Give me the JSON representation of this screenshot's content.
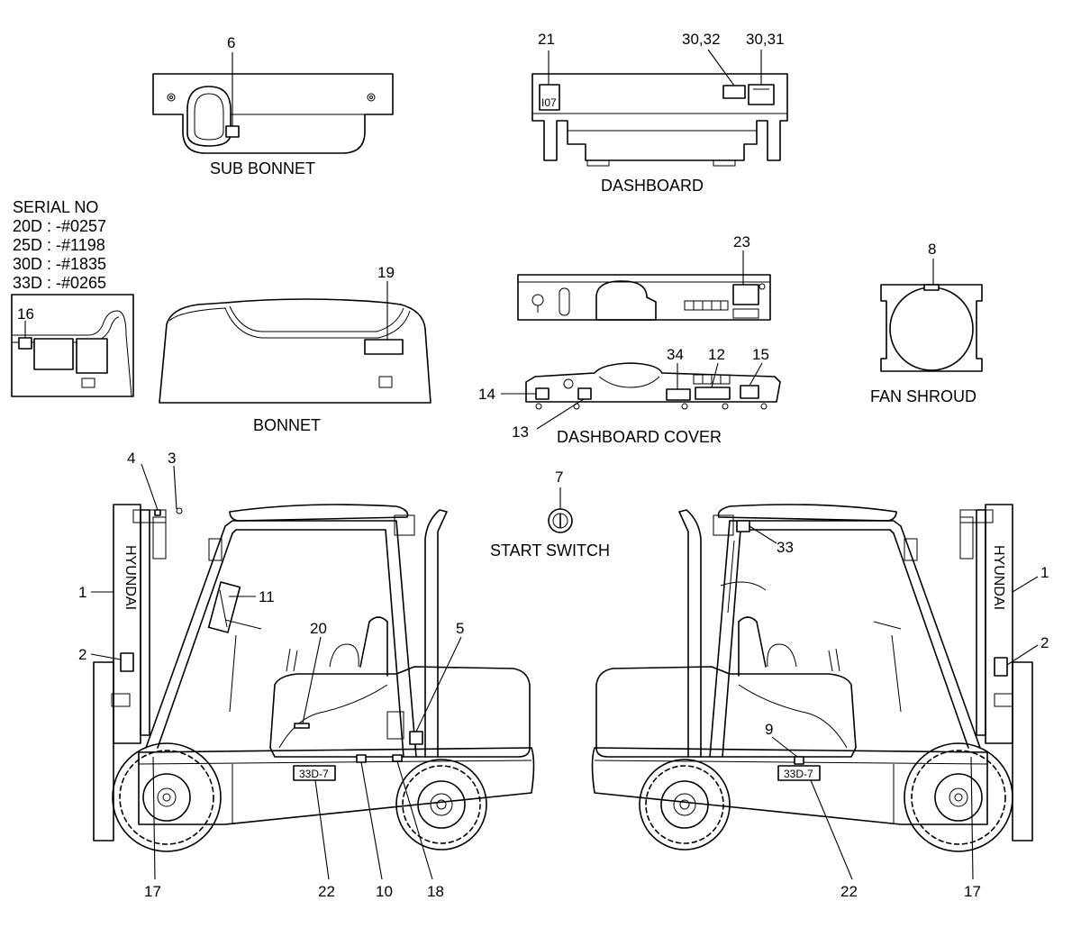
{
  "sections": {
    "sub_bonnet": "SUB BONNET",
    "dashboard": "DASHBOARD",
    "bonnet": "BONNET",
    "dashboard_cover": "DASHBOARD COVER",
    "fan_shroud": "FAN SHROUD",
    "start_switch": "START SWITCH"
  },
  "serial": {
    "heading": "SERIAL NO",
    "rows": [
      "20D : -#0257",
      "25D : -#1198",
      "30D : -#1835",
      "33D : -#0265"
    ]
  },
  "callouts": {
    "c1_left": "1",
    "c1_right": "1",
    "c2_left": "2",
    "c2_right": "2",
    "c3": "3",
    "c4": "4",
    "c5": "5",
    "c6": "6",
    "c7": "7",
    "c8": "8",
    "c9": "9",
    "c10": "10",
    "c11": "11",
    "c12": "12",
    "c13": "13",
    "c14": "14",
    "c15": "15",
    "c16": "16",
    "c17_left": "17",
    "c17_right": "17",
    "c18": "18",
    "c19": "19",
    "c20": "20",
    "c21": "21",
    "c22_left": "22",
    "c22_right": "22",
    "c23": "23",
    "c30_32": "30,32",
    "c30_31": "30,31",
    "c33": "33",
    "c34": "34"
  },
  "decals": {
    "model_badge": "33D-7",
    "mast_brand": "HYUNDAI"
  },
  "icons": {
    "forklift": "forklift-icon",
    "start_switch": "key-switch-icon",
    "fan_shroud": "fan-shroud-icon"
  }
}
